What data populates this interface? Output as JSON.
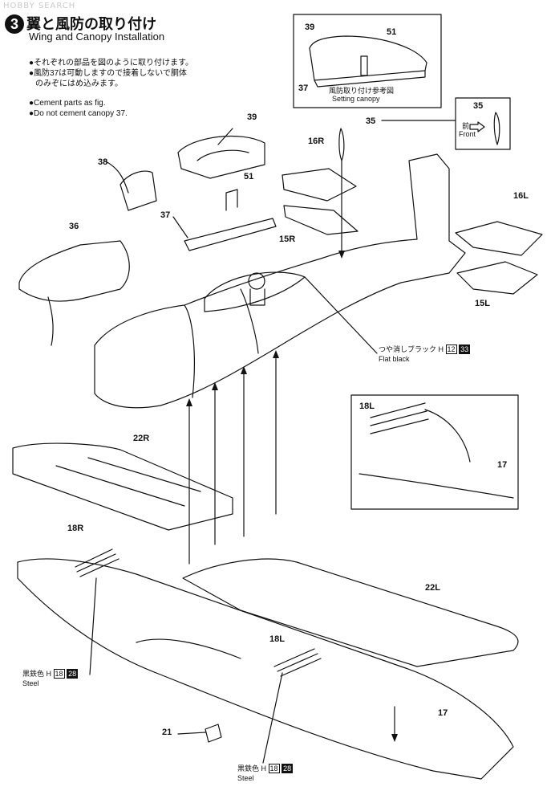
{
  "watermark": "HOBBY SEARCH",
  "step": {
    "number": "3",
    "title_jp": "翼と風防の取り付け",
    "title_en": "Wing and Canopy Installation"
  },
  "notes_jp": [
    "●それぞれの部品を図のように取り付けます。",
    "●風防37は可動しますので接着しないで胴体",
    "のみぞにはめ込みます。"
  ],
  "notes_en": [
    "●Cement parts as fig.",
    "●Do not cement canopy 37."
  ],
  "inset_canopy": {
    "parts": [
      "39",
      "51",
      "37"
    ],
    "caption_jp": "風防取り付け参考図",
    "caption_en": "Setting canopy"
  },
  "inset_front": {
    "part": "35",
    "label_jp": "前",
    "label_en": "Front"
  },
  "parts": {
    "p39": "39",
    "p38": "38",
    "p51": "51",
    "p37": "37",
    "p36": "36",
    "p35": "35",
    "p16R": "16R",
    "p15R": "15R",
    "p16L": "16L",
    "p15L": "15L",
    "p22R": "22R",
    "p18R": "18R",
    "p18L_inset": "18L",
    "p17_inset": "17",
    "p22L": "22L",
    "p18L": "18L",
    "p17": "17",
    "p21": "21"
  },
  "paint_flat_black": {
    "jp": "つや消しブラック H",
    "code_a": "12",
    "code_b": "33",
    "en": "Flat black"
  },
  "paint_steel_left": {
    "jp": "黒鉄色 H",
    "code_a": "18",
    "code_b": "28",
    "en": "Steel"
  },
  "paint_steel_bottom": {
    "jp": "黒鉄色 H",
    "code_a": "18",
    "code_b": "28",
    "en": "Steel"
  }
}
